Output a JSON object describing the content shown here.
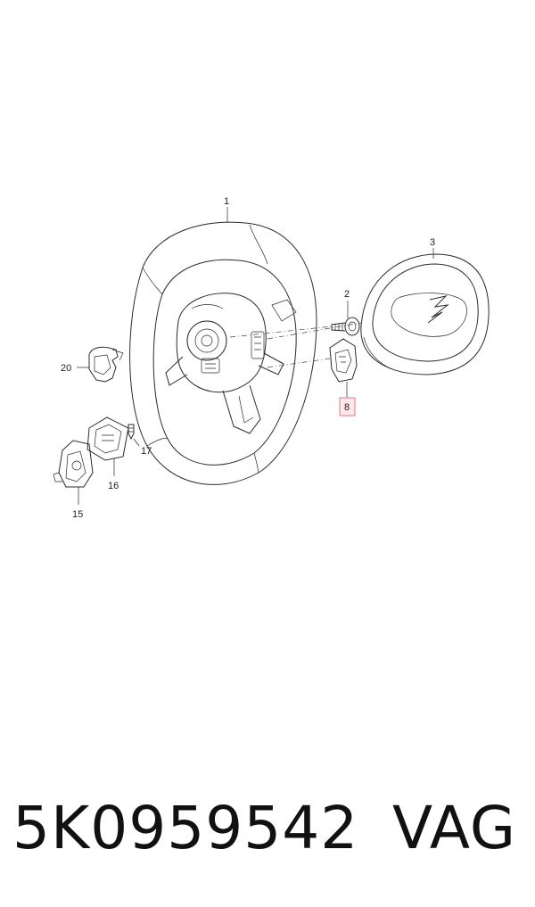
{
  "callouts": {
    "c1": "1",
    "c2": "2",
    "c3": "3",
    "c8": "8",
    "c15": "15",
    "c16": "16",
    "c17": "17",
    "c20": "20"
  },
  "footer": {
    "part_number": "5K0959542",
    "brand": "VAG"
  },
  "colors": {
    "line": "#2a2a2a",
    "highlight": "#e07a8a"
  }
}
